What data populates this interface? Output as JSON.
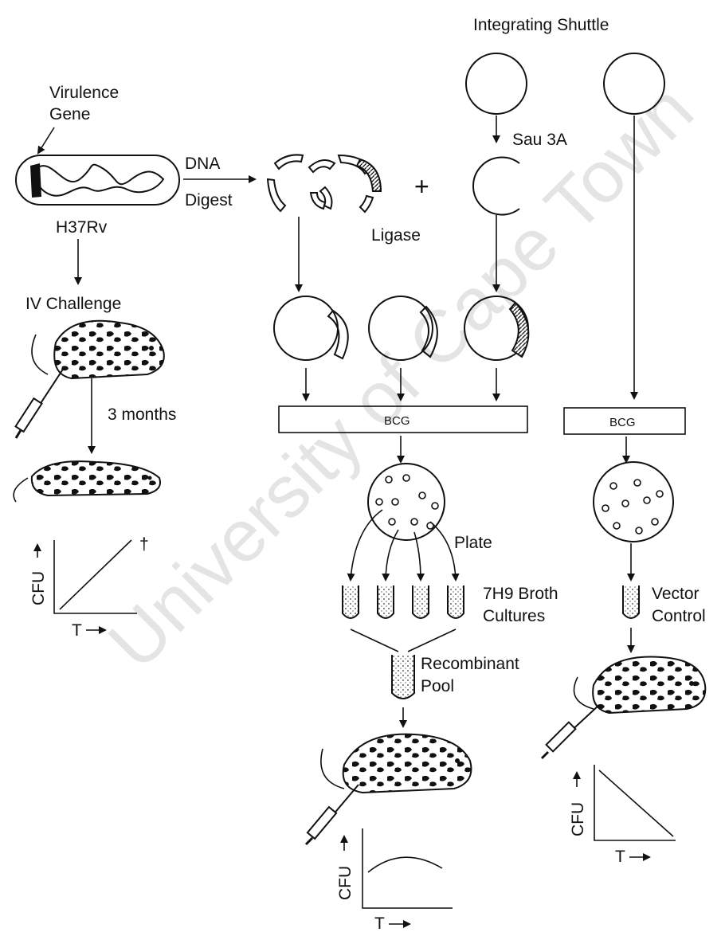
{
  "labels": {
    "integrating_shuttle": "Integrating Shuttle",
    "virulence_gene_1": "Virulence",
    "virulence_gene_2": "Gene",
    "dna": "DNA",
    "digest": "Digest",
    "plus": "+",
    "sau3a": "Sau 3A",
    "h37rv": "H37Rv",
    "ligase": "Ligase",
    "iv_challenge": "IV Challenge",
    "three_months": "3 months",
    "bcg_1": "BCG",
    "bcg_2": "BCG",
    "plate": "Plate",
    "dagger": "†",
    "broth_1": "7H9 Broth",
    "broth_2": "Cultures",
    "vector_1": "Vector",
    "vector_2": "Control",
    "recomb_1": "Recombinant",
    "recomb_2": "Pool"
  },
  "graphs": {
    "left": {
      "ylabel": "CFU",
      "xlabel": "T",
      "trend": "increasing"
    },
    "center": {
      "ylabel": "CFU",
      "xlabel": "T",
      "trend": "rise-then-fall"
    },
    "right": {
      "ylabel": "CFU",
      "xlabel": "T",
      "trend": "decreasing"
    }
  },
  "watermark": "University of Cape Town",
  "colors": {
    "ink": "#111111",
    "watermark": "#cfcfcf"
  }
}
